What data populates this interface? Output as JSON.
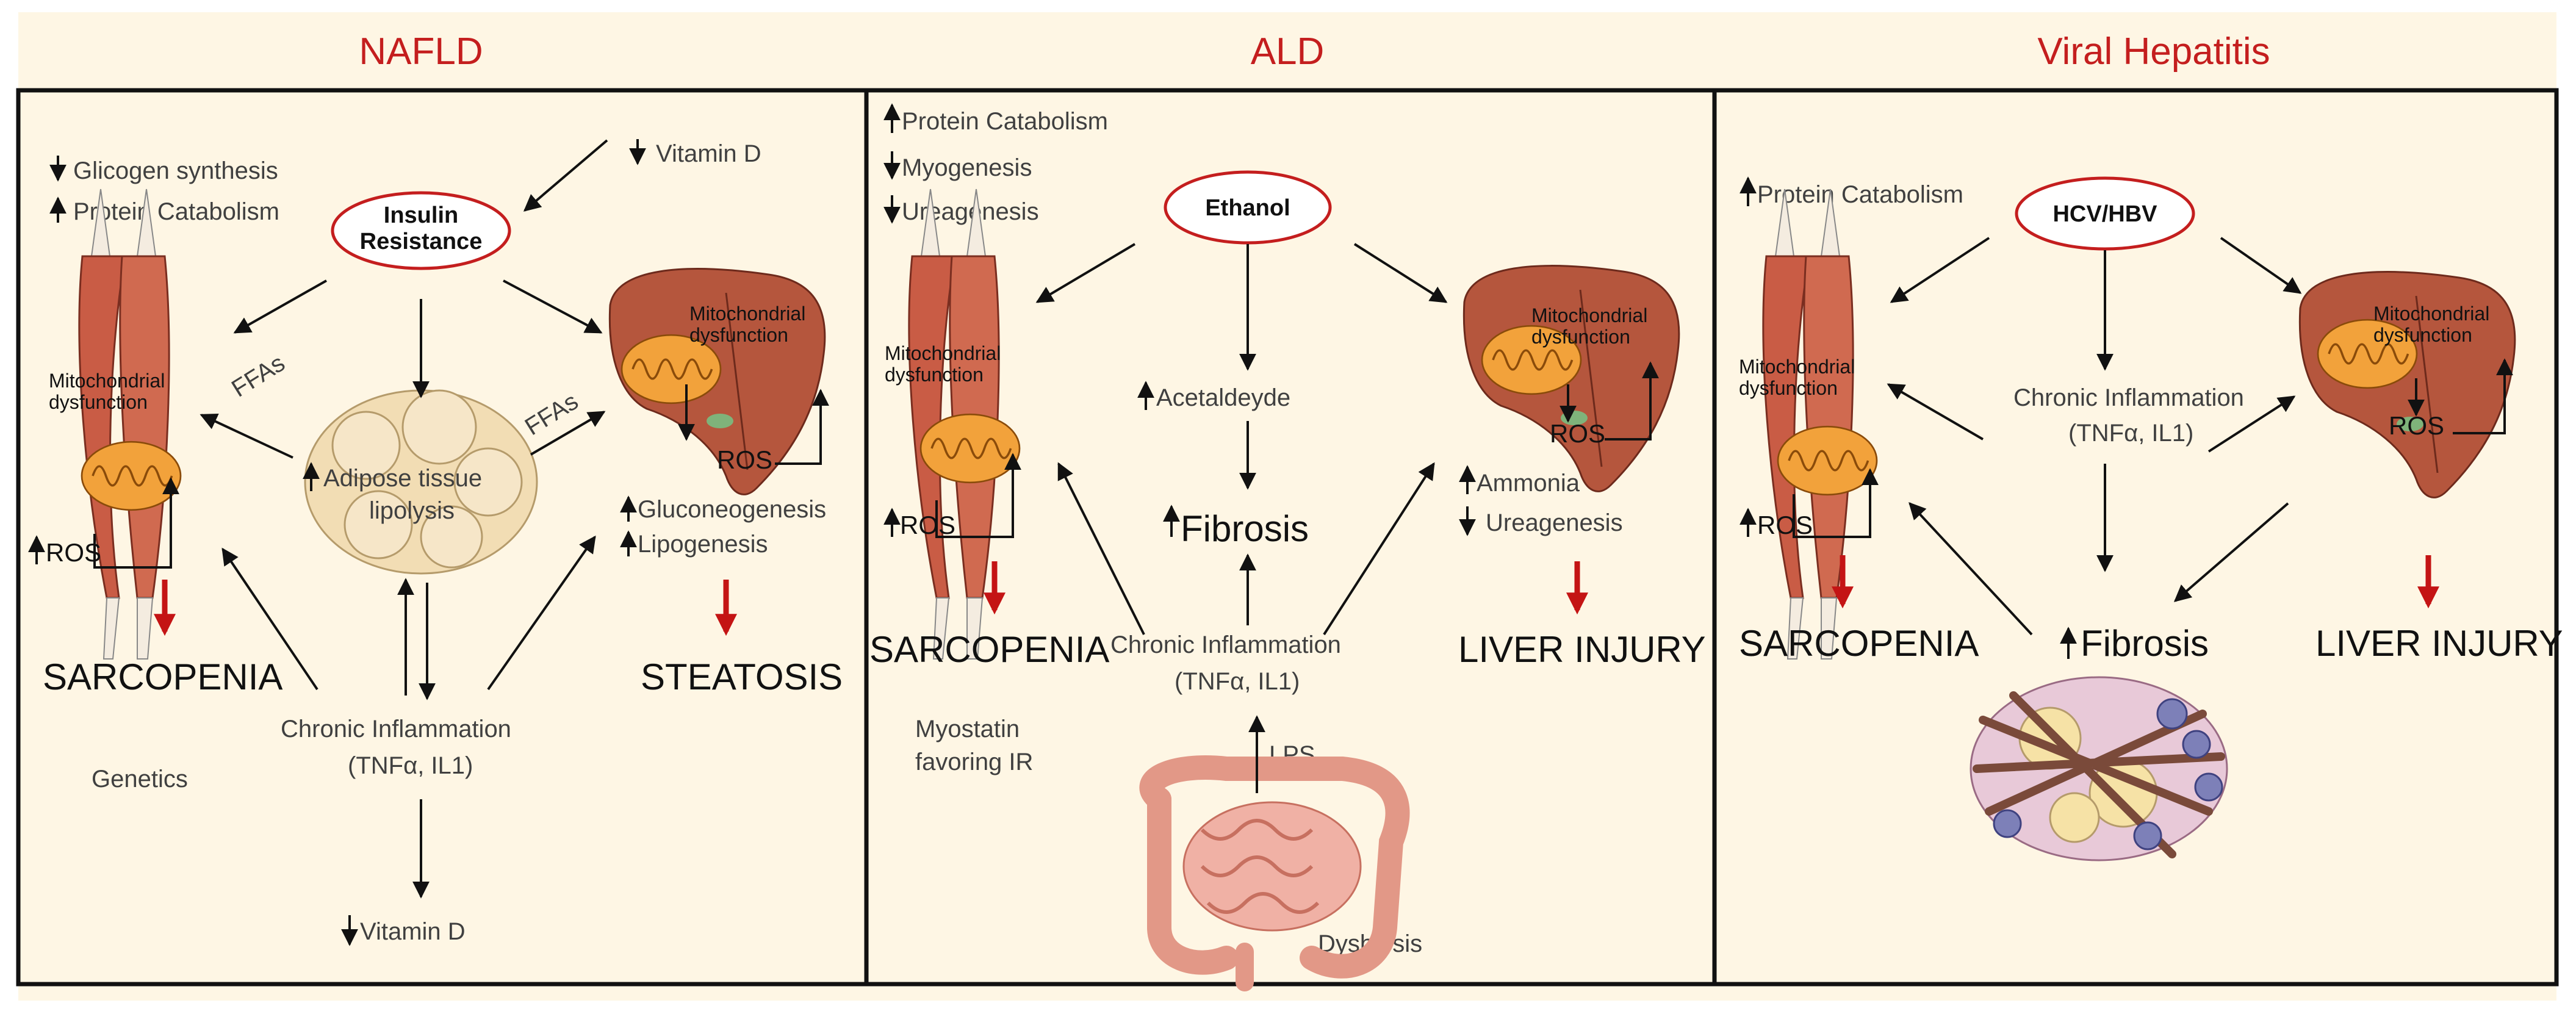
{
  "panels": [
    {
      "title": "NAFLD",
      "center_oval": "Insulin\nResistance",
      "effects": {
        "glycogen": "Glicogen synthesis",
        "protein": "Protein Catabolism",
        "vitamin_d_in": "Vitamin D",
        "mito_muscle": "Mitochondrial\ndysfunction",
        "ffas_left": "FFAs",
        "ffas_right": "FFAs",
        "mito_liver": "Mitochondrial\ndysfunction",
        "adipose": "Adipose tissue",
        "lipolysis": "lipolysis",
        "ros_muscle": "ROS",
        "ros_liver": "ROS",
        "gluconeogenesis": "Gluconeogenesis",
        "lipogenesis": "Lipogenesis",
        "outcome_left": "SARCOPENIA",
        "outcome_right": "STEATOSIS",
        "inflammation": "Chronic Inflammation",
        "cytokines": "(TNFα, IL1)",
        "genetics": "Genetics",
        "vitamin_d_out": "Vitamin D"
      }
    },
    {
      "title": "ALD",
      "center_oval": "Ethanol",
      "effects": {
        "protein": "Protein Catabolism",
        "myogenesis": "Myogenesis",
        "ureagenesis_top": "Ureagenesis",
        "mito_muscle": "Mitochondrial\ndysfunction",
        "mito_liver": "Mitochondrial\ndysfunction",
        "acetaldeyde": "Acetaldeyde",
        "fibrosis": "Fibrosis",
        "ros_muscle": "ROS",
        "ros_liver": "ROS",
        "ammonia": "Ammonia",
        "ureagenesis_bottom": "Ureagenesis",
        "outcome_left": "SARCOPENIA",
        "outcome_right": "LIVER INJURY",
        "inflammation": "Chronic Inflammation",
        "cytokines": "(TNFα, IL1)",
        "myostatin": "Myostatin\nfavoring IR",
        "lps": "LPS",
        "dysbiosis": "Dysbiosis"
      }
    },
    {
      "title": "Viral Hepatitis",
      "center_oval": "HCV/HBV",
      "effects": {
        "protein": "Protein Catabolism",
        "mito_muscle": "Mitochondrial\ndysfunction",
        "mito_liver": "Mitochondrial\ndysfunction",
        "inflammation": "Chronic Inflammation",
        "cytokines": "(TNFα, IL1)",
        "ros_muscle": "ROS",
        "ros_liver": "ROS",
        "outcome_left": "SARCOPENIA",
        "fibrosis": "Fibrosis",
        "outcome_right": "LIVER INJURY"
      }
    }
  ],
  "colors": {
    "background": "#fef6e4",
    "title_red": "#c41e1e",
    "muscle": "#c95c45",
    "liver": "#b5563d",
    "mitochondria": "#f2a23b",
    "adipose": "#f2ddb4",
    "intestine": "#f0b1a5"
  }
}
